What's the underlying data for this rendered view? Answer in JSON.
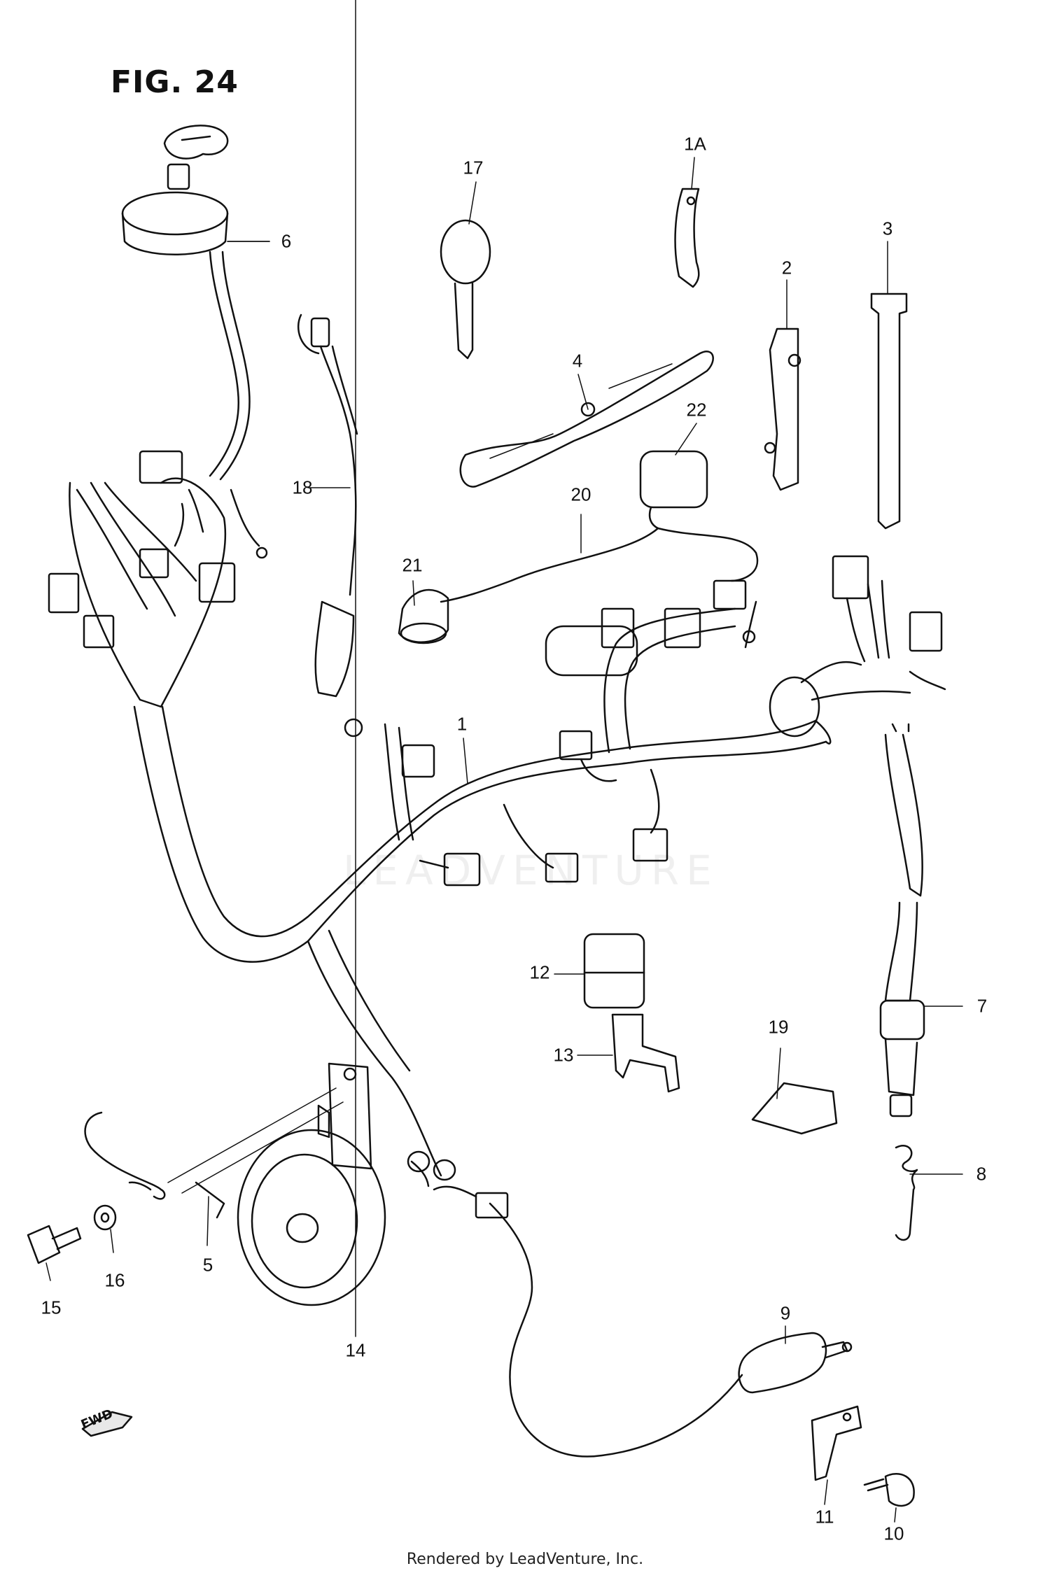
{
  "figure_title": "FIG. 24",
  "watermark": "LEADVENTURE",
  "footer": "Rendered by LeadVenture, Inc.",
  "direction_marker": "FWD",
  "callouts": [
    "1",
    "1A",
    "2",
    "3",
    "4",
    "5",
    "6",
    "7",
    "8",
    "9",
    "10",
    "11",
    "12",
    "13",
    "14",
    "15",
    "16",
    "17",
    "18",
    "19",
    "20",
    "21",
    "22"
  ],
  "parts": [
    {
      "ref": "1",
      "part": "wiring-harness"
    },
    {
      "ref": "1A",
      "part": "clamp"
    },
    {
      "ref": "2",
      "part": "clamp"
    },
    {
      "ref": "3",
      "part": "band"
    },
    {
      "ref": "4",
      "part": "band"
    },
    {
      "ref": "5",
      "part": "band"
    },
    {
      "ref": "6",
      "part": "ignition-switch"
    },
    {
      "ref": "7",
      "part": "rear-brake-switch"
    },
    {
      "ref": "8",
      "part": "spring"
    },
    {
      "ref": "9",
      "part": "front-brake-switch"
    },
    {
      "ref": "10",
      "part": "screw"
    },
    {
      "ref": "11",
      "part": "bracket"
    },
    {
      "ref": "12",
      "part": "relay"
    },
    {
      "ref": "13",
      "part": "bracket"
    },
    {
      "ref": "14",
      "part": "horn"
    },
    {
      "ref": "15",
      "part": "bolt"
    },
    {
      "ref": "16",
      "part": "washer"
    },
    {
      "ref": "17",
      "part": "key"
    },
    {
      "ref": "18",
      "part": "lead-wire"
    },
    {
      "ref": "19",
      "part": "cushion"
    },
    {
      "ref": "20",
      "part": "high-tension-cord"
    },
    {
      "ref": "21",
      "part": "plug-cap"
    },
    {
      "ref": "22",
      "part": "cap"
    }
  ]
}
